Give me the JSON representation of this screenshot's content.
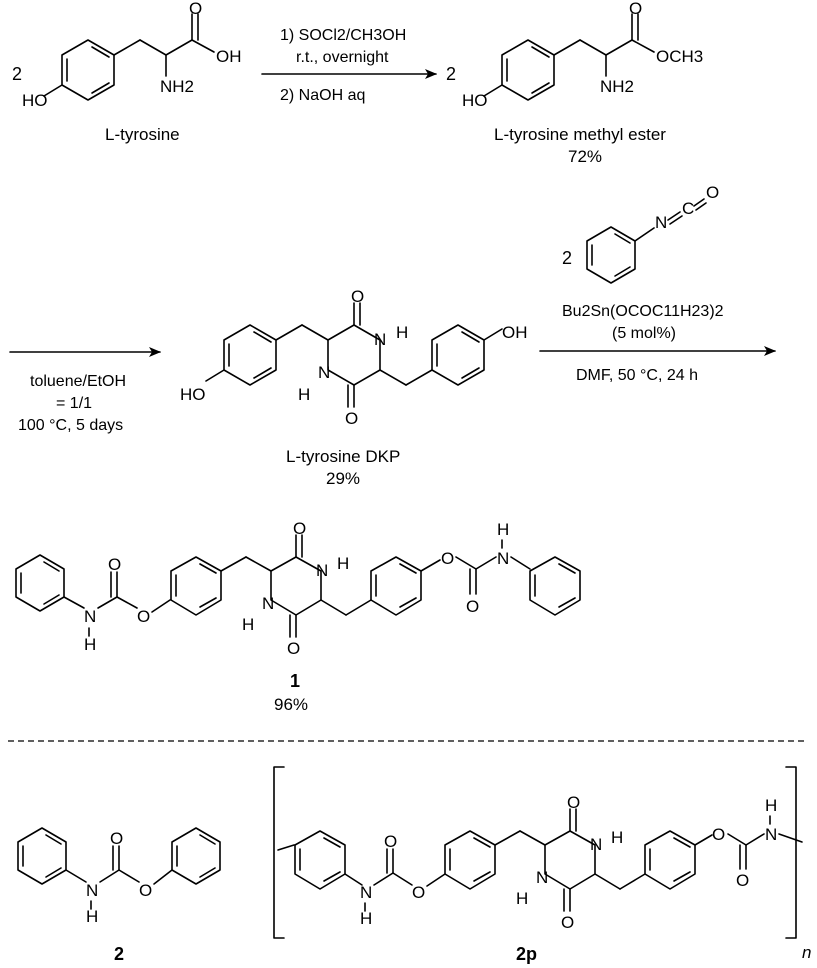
{
  "compounds": {
    "tyrosine": {
      "label": "L-tyrosine",
      "coef": "2"
    },
    "ester": {
      "label": "L-tyrosine methyl ester",
      "coef": "2",
      "yield": "72%"
    },
    "dkp": {
      "label": "L-tyrosine DKP",
      "yield": "29%"
    },
    "isocyanate": {
      "coef": "2"
    },
    "c1": {
      "label": "1",
      "yield": "96%"
    },
    "c2": {
      "label": "2"
    },
    "c2p": {
      "label": "2p",
      "sub": "n"
    }
  },
  "steps": {
    "s1": {
      "line1": "1) SOCl2/CH3OH",
      "line2": "r.t., overnight",
      "line3": "2) NaOH aq"
    },
    "s2": {
      "line1": "toluene/EtOH",
      "line2": "= 1/1",
      "line3": "100 °C, 5 days"
    },
    "s3": {
      "line1": "Bu2Sn(OCOC11H23)2",
      "line2": "(5 mol%)",
      "line3": "DMF, 50 °C, 24 h"
    }
  },
  "atoms": {
    "OH": "OH",
    "HO": "HO",
    "NH2": "NH2",
    "O": "O",
    "N": "N",
    "H": "H",
    "C": "C",
    "OCH3": "OCH3"
  }
}
